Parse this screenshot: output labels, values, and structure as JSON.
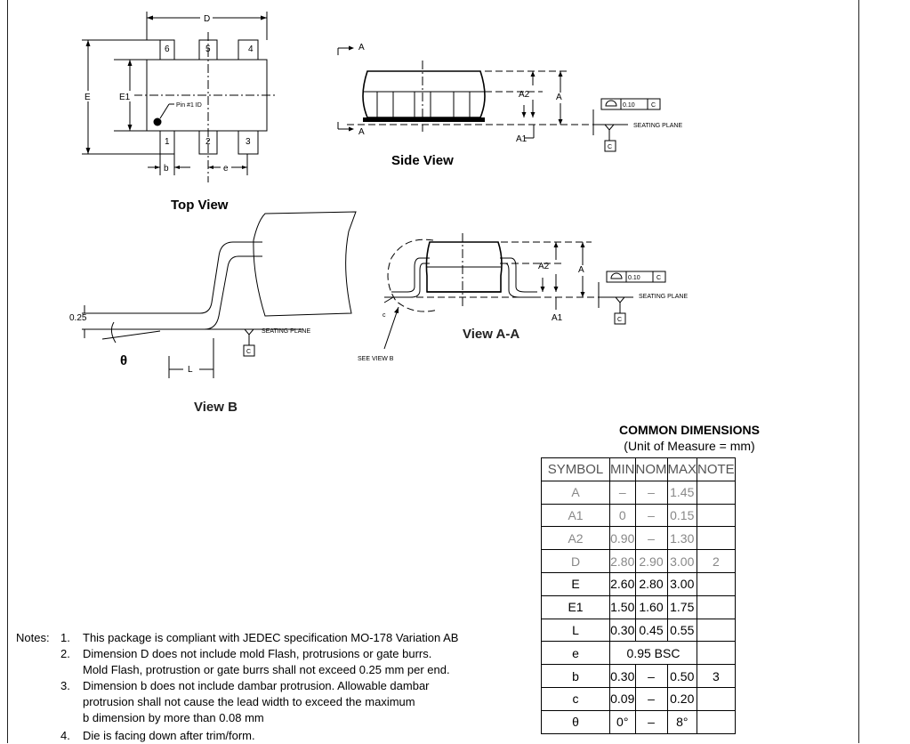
{
  "drawing": {
    "top_view": {
      "title": "Top View",
      "dim_d": "D",
      "dim_e": "E",
      "dim_e1": "E1",
      "dim_b": "b",
      "dim_e_pitch": "e",
      "pin1_label": "Pin #1 ID",
      "pins_top": [
        "6",
        "5",
        "4"
      ],
      "pins_bottom": [
        "1",
        "2",
        "3"
      ]
    },
    "side_view": {
      "title": "Side View",
      "section_a_top": "A",
      "section_a_bottom": "A",
      "dim_a2": "A2",
      "dim_a": "A",
      "dim_a1": "A1",
      "flatness_value": "0.10",
      "flatness_datum": "C",
      "seating_plane": "SEATING PLANE",
      "datum_c": "C"
    },
    "view_b": {
      "title": "View B",
      "dim_025": "0.25",
      "dim_theta": "θ",
      "dim_l": "L",
      "seating_plane": "SEATING PLANE",
      "datum_c": "C"
    },
    "view_aa": {
      "title": "View A-A",
      "dim_a2": "A2",
      "dim_a": "A",
      "dim_a1": "A1",
      "dim_c": "c",
      "flatness_value": "0.10",
      "flatness_datum": "C",
      "seating_plane": "SEATING PLANE",
      "datum_c": "C",
      "see_view_b": "SEE VIEW B"
    }
  },
  "dimensions_table": {
    "title": "COMMON DIMENSIONS",
    "subtitle": "(Unit of Measure = mm)",
    "headers": [
      "SYMBOL",
      "MIN",
      "NOM",
      "MAX",
      "NOTE"
    ],
    "rows": [
      {
        "symbol": "A",
        "min": "–",
        "nom": "–",
        "max": "1.45",
        "note": ""
      },
      {
        "symbol": "A1",
        "min": "0",
        "nom": "–",
        "max": "0.15",
        "note": ""
      },
      {
        "symbol": "A2",
        "min": "0.90",
        "nom": "–",
        "max": "1.30",
        "note": ""
      },
      {
        "symbol": "D",
        "min": "2.80",
        "nom": "2.90",
        "max": "3.00",
        "note": "2"
      },
      {
        "symbol": "E",
        "min": "2.60",
        "nom": "2.80",
        "max": "3.00",
        "note": ""
      },
      {
        "symbol": "E1",
        "min": "1.50",
        "nom": "1.60",
        "max": "1.75",
        "note": ""
      },
      {
        "symbol": "L",
        "min": "0.30",
        "nom": "0.45",
        "max": "0.55",
        "note": ""
      },
      {
        "symbol": "b",
        "min": "0.30",
        "nom": "–",
        "max": "0.50",
        "note": "3"
      },
      {
        "symbol": "c",
        "min": "0.09",
        "nom": "–",
        "max": "0.20",
        "note": ""
      },
      {
        "symbol": "θ",
        "min": "0°",
        "nom": "–",
        "max": "8°",
        "note": ""
      }
    ],
    "row_e_pitch": {
      "symbol": "e",
      "value": "0.95 BSC"
    }
  },
  "notes": {
    "lead": "Notes:",
    "items": [
      {
        "num": "1.",
        "lines": [
          "This package is compliant with JEDEC specification  MO-178 Variation AB"
        ]
      },
      {
        "num": "2.",
        "lines": [
          "Dimension D does not include mold Flash, protrusions or gate burrs.",
          "Mold Flash, protrustion or gate burrs shall not exceed 0.25 mm per end."
        ]
      },
      {
        "num": "3.",
        "lines": [
          "Dimension b does not include dambar protrusion.  Allowable dambar",
          "protrusion shall not cause the lead width to exceed the maximum",
          "b dimension by more than 0.08 mm"
        ]
      },
      {
        "num": "4.",
        "lines": [
          "Die is facing down after trim/form."
        ]
      }
    ]
  }
}
